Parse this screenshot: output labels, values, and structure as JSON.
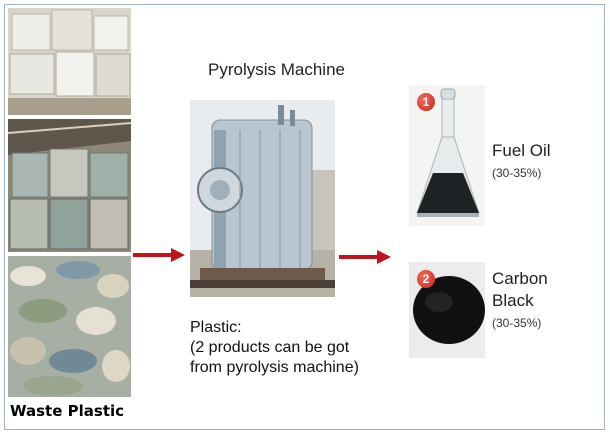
{
  "left": {
    "caption": "Waste Plastic"
  },
  "center": {
    "title": "Pyrolysis Machine",
    "note_line1": "Plastic:",
    "note_line2": "(2 products can be got",
    "note_line3": "from pyrolysis machine)"
  },
  "products": [
    {
      "number": "1",
      "name": "Fuel Oil",
      "percent": "(30-35%)"
    },
    {
      "number": "2",
      "name_line1": "Carbon",
      "name_line2": "Black",
      "percent": "(30-35%)"
    }
  ],
  "colors": {
    "arrow": "#c0141a",
    "badge": "#d6372a",
    "border": "#9fb3c8"
  }
}
